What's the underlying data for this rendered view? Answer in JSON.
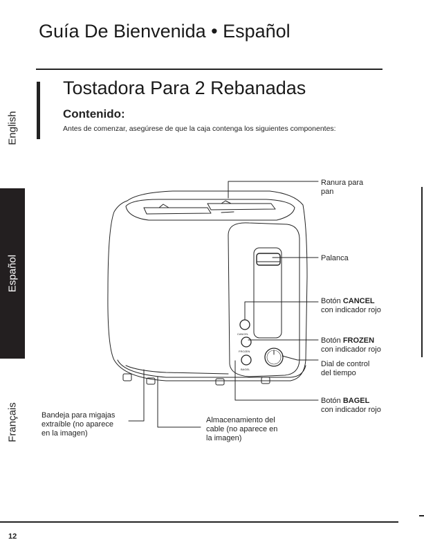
{
  "header": {
    "title": "Guía De Bienvenida • Español"
  },
  "section": {
    "product_title": "Tostadora Para 2 Rebanadas",
    "heading": "Contenido:",
    "intro": "Antes de comenzar, asegúrese de que la caja contenga los siguientes componentes:"
  },
  "side_tabs": {
    "english": "English",
    "espanol": "Español",
    "francais": "Français"
  },
  "diagram": {
    "ranura_line1": "Ranura para",
    "ranura_line2": "pan",
    "palanca": "Palanca",
    "cancel_prefix": "Botón ",
    "cancel_bold": "CANCEL",
    "cancel_line2": "con indicador rojo",
    "frozen_prefix": "Botón ",
    "frozen_bold": "FROZEN",
    "frozen_line2": "con indicador rojo",
    "dial_line1": "Dial de control",
    "dial_line2": "del tiempo",
    "bagel_prefix": "Botón ",
    "bagel_bold": "BAGEL",
    "bagel_line2": "con indicador rojo",
    "bandeja_line1": "Bandeja para migajas",
    "bandeja_line2": "extraíble (no aparece",
    "bandeja_line3": "en la imagen)",
    "cable_line1": "Almacenamiento del",
    "cable_line2": "cable (no aparece en",
    "cable_line3": "la imagen)",
    "btn_cancel_tiny": "CANCEL",
    "btn_frozen_tiny": "FROZEN",
    "btn_bagel_tiny": "BAGEL"
  },
  "footer": {
    "page_number": "12"
  }
}
